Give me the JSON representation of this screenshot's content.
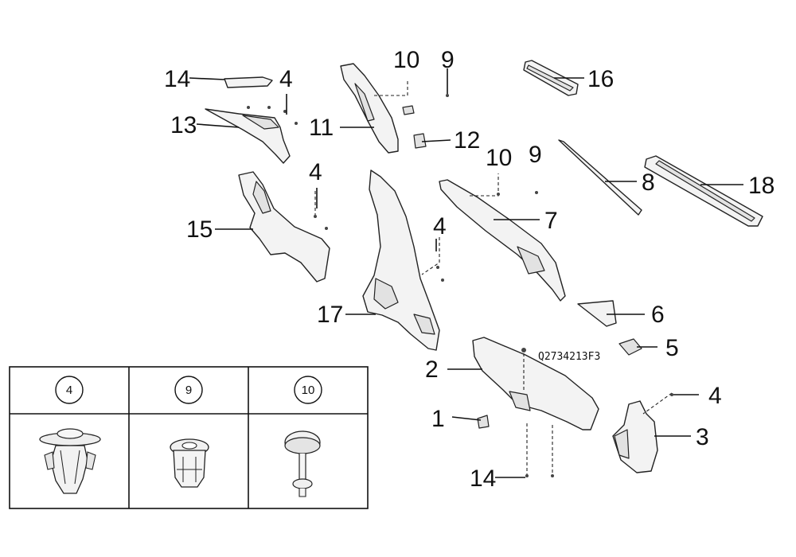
{
  "callouts": {
    "c1": "1",
    "c2": "2",
    "c3": "3",
    "c4a": "4",
    "c4b": "4",
    "c4c": "4",
    "c4d": "4",
    "c5": "5",
    "c6": "6",
    "c7": "7",
    "c8": "8",
    "c9a": "9",
    "c9b": "9",
    "c10a": "10",
    "c10b": "10",
    "c11": "11",
    "c12": "12",
    "c13": "13",
    "c14a": "14",
    "c14b": "14",
    "c15": "15",
    "c16": "16",
    "c17": "17",
    "c18": "18"
  },
  "part_code": "Q2734213F3",
  "fastener_table": {
    "columns": [
      "4",
      "9",
      "10"
    ]
  }
}
